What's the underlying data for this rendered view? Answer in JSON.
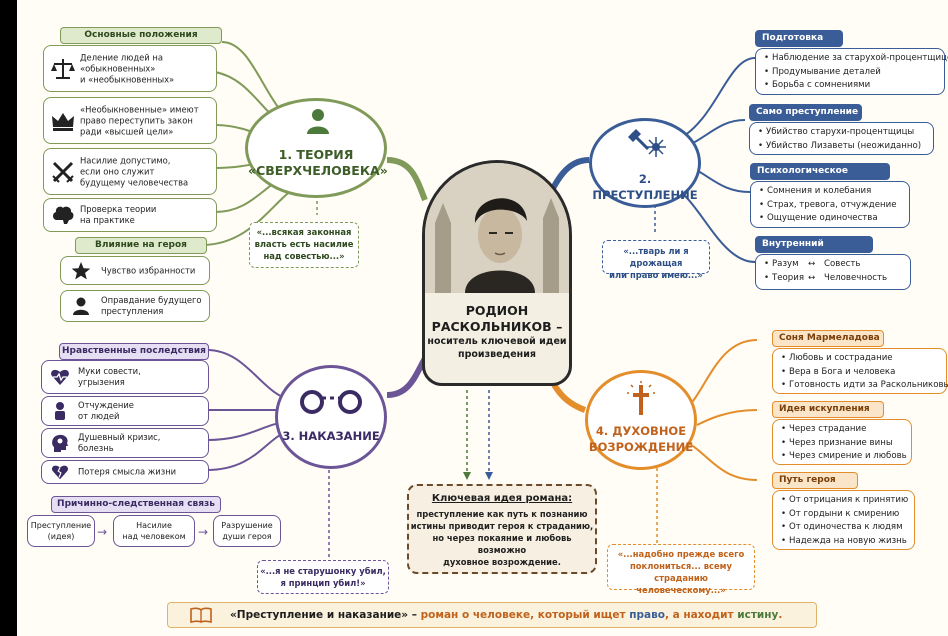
{
  "center": {
    "line1": "РОДИОН",
    "line2": "РАСКОЛЬНИКОВ –",
    "line3": "носитель ключевой идеи",
    "line4": "произведения"
  },
  "theory": {
    "title1": "1. ТЕОРИЯ",
    "title2": "«СВЕРХЧЕЛОВЕКА»",
    "header": "Основные положения",
    "items": [
      {
        "icon": "scales-icon",
        "lines": [
          "Деление людей на",
          "«обыкновенных»",
          "и «необыкновенных»"
        ]
      },
      {
        "icon": "crown-icon",
        "lines": [
          "«Необыкновенные» имеют",
          "право переступить закон",
          "ради «высшей цели»"
        ]
      },
      {
        "icon": "crossed-swords-icon",
        "lines": [
          "Насилие допустимо,",
          "если оно служит",
          "будущему человечества"
        ]
      },
      {
        "icon": "brain-icon",
        "lines": [
          "Проверка теории",
          "на практике"
        ]
      }
    ],
    "influence_header": "Влияние на героя",
    "influence": [
      {
        "icon": "star-icon",
        "lines": [
          "Чувство избранности"
        ]
      },
      {
        "icon": "person-icon",
        "lines": [
          "Оправдание будущего",
          "преступления"
        ]
      }
    ],
    "quote": [
      "«...всякая законная",
      "власть есть насилие",
      "над совестью...»"
    ]
  },
  "crime": {
    "title": "2. ПРЕСТУПЛЕНИЕ",
    "groups": [
      {
        "header": "Подготовка",
        "items": [
          "Наблюдение за старухой-процентщицей",
          "Продумывание деталей",
          "Борьба с сомнениями"
        ]
      },
      {
        "header": "Само преступление",
        "items": [
          "Убийство старухи-процентщицы",
          "Убийство Лизаветы (неожиданно)"
        ]
      },
      {
        "header": "Психологическое состояние",
        "items": [
          "Сомнения и колебания",
          "Страх, тревога, отчуждение",
          "Ощущение одиночества"
        ]
      }
    ],
    "conflict_header": "Внутренний конфликт",
    "conflict": [
      {
        "a": "Разум",
        "arrow": "↔",
        "b": "Совесть"
      },
      {
        "a": "Теория",
        "arrow": "↔",
        "b": "Человечность"
      }
    ],
    "quote": [
      "«...тварь ли я дрожащая",
      "или право имею...»"
    ]
  },
  "punishment": {
    "title": "3. НАКАЗАНИЕ",
    "header": "Нравственные последствия",
    "items": [
      {
        "icon": "heart-pulse-icon",
        "lines": [
          "Муки совести,",
          "угрызения"
        ]
      },
      {
        "icon": "lonely-person-icon",
        "lines": [
          "Отчуждение",
          "от людей"
        ]
      },
      {
        "icon": "head-crisis-icon",
        "lines": [
          "Душевный кризис,",
          "болезнь"
        ]
      },
      {
        "icon": "broken-heart-icon",
        "lines": [
          "Потеря смысла жизни"
        ]
      }
    ],
    "chain_header": "Причинно-следственная связь",
    "chain": [
      [
        "Преступление",
        "(идея)"
      ],
      [
        "Насилие",
        "над человеком"
      ],
      [
        "Разрушение",
        "души героя"
      ]
    ],
    "quote": [
      "«...я не старушонку убил,",
      "я принцип убил!»"
    ]
  },
  "revival": {
    "title1": "4. ДУХОВНОЕ",
    "title2": "ВОЗРОЖДЕНИЕ",
    "groups": [
      {
        "header": "Соня Мармеладова",
        "items": [
          "Любовь и сострадание",
          "Вера в Бога и человека",
          "Готовность идти за Раскольниковым"
        ]
      },
      {
        "header": "Идея искупления",
        "items": [
          "Через страдание",
          "Через признание вины",
          "Через смирение и любовь"
        ]
      },
      {
        "header": "Путь героя",
        "items": [
          "От отрицания к принятию",
          "От гордыни к смирению",
          "От одиночества к людям",
          "Надежда на новую жизнь"
        ]
      }
    ],
    "quote": [
      "«...надобно прежде всего",
      "поклониться... всему страданию",
      "человеческому...»"
    ]
  },
  "key_idea": {
    "title": "Ключевая идея романа:",
    "lines": [
      "преступление как путь к познанию",
      "истины приводит героя к страданию,",
      "но через покаяние и любовь возможно",
      "духовное возрождение."
    ]
  },
  "footer": {
    "title": "«Преступление и наказание»",
    "dash": " – ",
    "part1": "роман о человеке, который ищет ",
    "word1": "право",
    "part2": ", а находит ",
    "word2": "истину",
    "end": "."
  },
  "colors": {
    "green": "#7f9a59",
    "blue": "#3a5d97",
    "purple": "#6b5597",
    "orange": "#e48d2b",
    "dark": "#2a2a2a"
  }
}
